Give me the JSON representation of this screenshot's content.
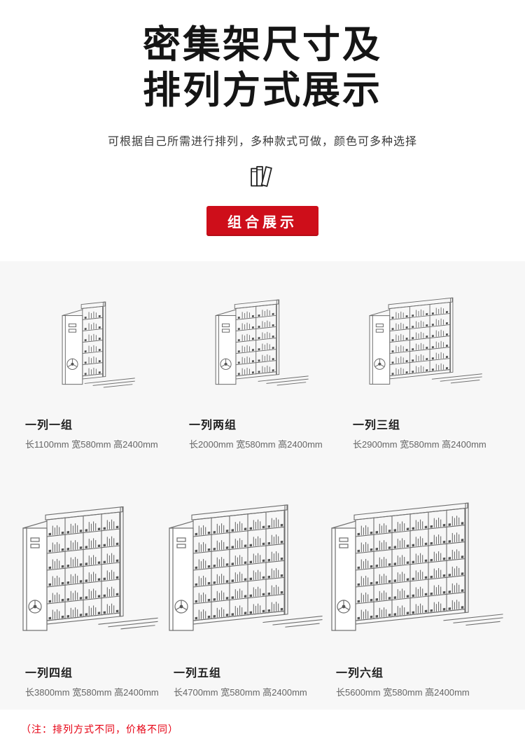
{
  "header": {
    "title_line1": "密集架尺寸及",
    "title_line2": "排列方式展示",
    "subtitle": "可根据自己所需进行排列，多种款式可做，颜色可多种选择",
    "badge_label": "组合展示"
  },
  "colors": {
    "badge_bg": "#ce0e1a",
    "note_red": "#e60012",
    "line_gray": "#6e6e6e",
    "ink_dark": "#555555"
  },
  "products": [
    {
      "name": "一列一组",
      "bays": 1,
      "dims": "长1100mm 宽580mm 高2400mm"
    },
    {
      "name": "一列两组",
      "bays": 2,
      "dims": "长2000mm 宽580mm 高2400mm"
    },
    {
      "name": "一列三组",
      "bays": 3,
      "dims": "长2900mm 宽580mm 高2400mm"
    },
    {
      "name": "一列四组",
      "bays": 4,
      "dims": "长3800mm 宽580mm 高2400mm"
    },
    {
      "name": "一列五组",
      "bays": 5,
      "dims": "长4700mm 宽580mm 高2400mm"
    },
    {
      "name": "一列六组",
      "bays": 6,
      "dims": "长5600mm 宽580mm 高2400mm"
    }
  ],
  "footer": {
    "note": "（注：排列方式不同，价格不同）"
  }
}
